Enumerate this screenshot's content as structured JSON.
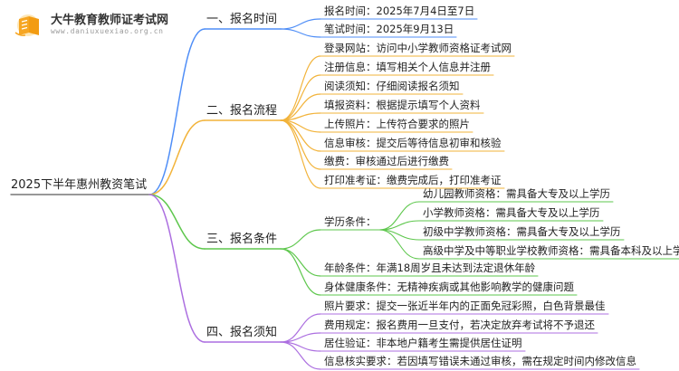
{
  "brand": {
    "title": "大牛教育教师证考试网",
    "url": "www.daniuxuexiao.org.cn"
  },
  "colors": {
    "time": "#4f8ef7",
    "process": "#f2b33a",
    "conditions": "#5ec74d",
    "notes": "#ac6fe0"
  },
  "mindmap": {
    "root": "2025下半年惠州教资笔试",
    "branches": [
      {
        "label": "一、报名时间",
        "items": [
          "报名时间：2025年7月4日至7日",
          "笔试时间：2025年9月13日"
        ]
      },
      {
        "label": "二、报名流程",
        "items": [
          "登录网站：访问中小学教师资格证考试网",
          "注册信息：填写相关个人信息并注册",
          "阅读须知：仔细阅读报名须知",
          "填报资料：根据提示填写个人资料",
          "上传照片：上传符合要求的照片",
          "信息审核：提交后等待信息初审和核验",
          "缴费：审核通过后进行缴费",
          "打印准考证：缴费完成后，打印准考证"
        ]
      },
      {
        "label": "三、报名条件",
        "items": [
          "学历条件：",
          "年龄条件：年满18周岁且未达到法定退休年龄",
          "身体健康条件：无精神疾病或其他影响教学的健康问题"
        ],
        "education": [
          "幼儿园教师资格：需具备大专及以上学历",
          "小学教师资格：需具备大专及以上学历",
          "初级中学教师资格：需具备大专及以上学历",
          "高级中学及中等职业学校教师资格：需具备本科及以上学历"
        ]
      },
      {
        "label": "四、报名须知",
        "items": [
          "照片要求：提交一张近半年内的正面免冠彩照，白色背景最佳",
          "费用规定：报名费用一旦支付，若决定放弃考试将不予退还",
          "居住验证：非本地户籍考生需提供居住证明",
          "信息核实要求：若因填写错误未通过审核，需在规定时间内修改信息"
        ]
      }
    ]
  }
}
